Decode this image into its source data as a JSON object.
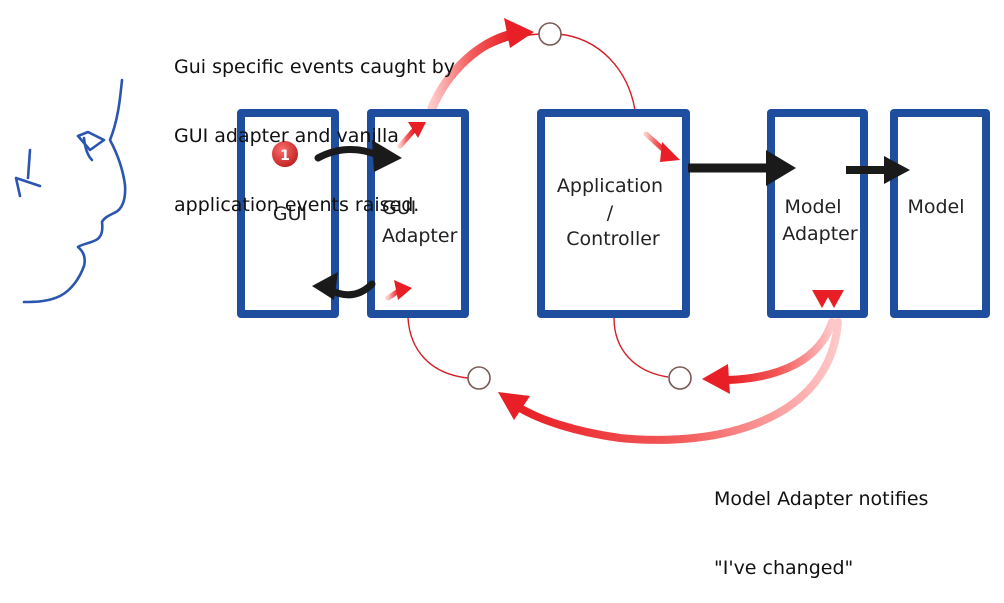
{
  "annotations": {
    "top": [
      "Gui specific events caught by",
      "GUI adapter and vanilla",
      "application events raised."
    ],
    "bottom": [
      "Model Adapter notifies",
      "\"I've changed\""
    ]
  },
  "badge": "1",
  "boxes": {
    "gui": [
      "GUI"
    ],
    "gui_adapter": [
      "GUI",
      "Adapter"
    ],
    "application": [
      "Application",
      "/",
      "Controller"
    ],
    "model_adapter": [
      "Model",
      "Adapter"
    ],
    "model": [
      "Model"
    ]
  },
  "colors": {
    "box_stroke": "#1f4e9e",
    "arrow_dark": "#1a1a1a",
    "arrow_red": "#e8222a",
    "bus_line": "#d21f26",
    "badge_fill": "#d42a2a",
    "face_stroke": "#2a55b0"
  },
  "icons": {
    "face": "face-profile-icon",
    "node": "bus-node-icon"
  }
}
